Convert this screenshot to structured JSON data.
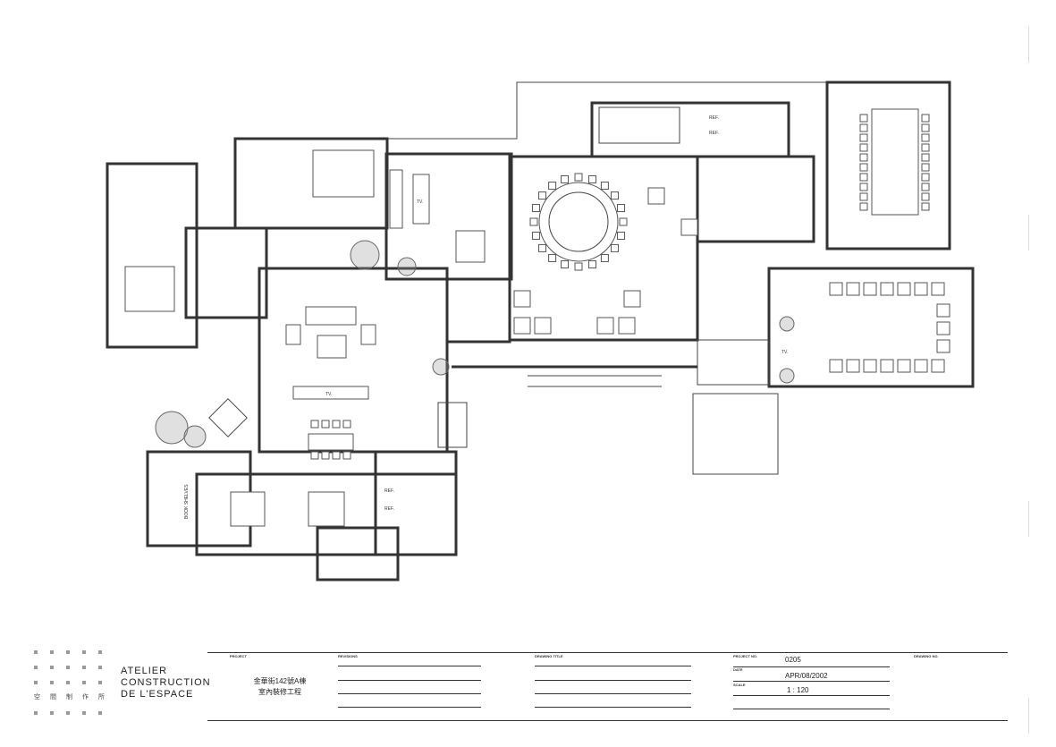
{
  "drawing": {
    "room_labels": {
      "tv": "TV.",
      "ref": "REF.",
      "book_shelves": "BOOK SHELVES"
    }
  },
  "title_block": {
    "logo_cn": [
      "空",
      "間",
      "制",
      "作",
      "所"
    ],
    "brand_lines": [
      "ATELIER",
      "CONSTRUCTION",
      "DE L'ESPACE"
    ],
    "project_label": "PROJECT",
    "project_lines": [
      "金華街142號A棟",
      "室內裝修工程"
    ],
    "revisions_label": "REVISIONS",
    "drawing_title_label": "DRAWING TITLE",
    "project_no_label": "PROJECT NO.",
    "project_no": "0205",
    "date_label": "DATE",
    "date": "APR/08/2002",
    "scale_label": "SCALE",
    "scale": "1 : 120",
    "drawing_no_label": "DRAWING NO."
  }
}
